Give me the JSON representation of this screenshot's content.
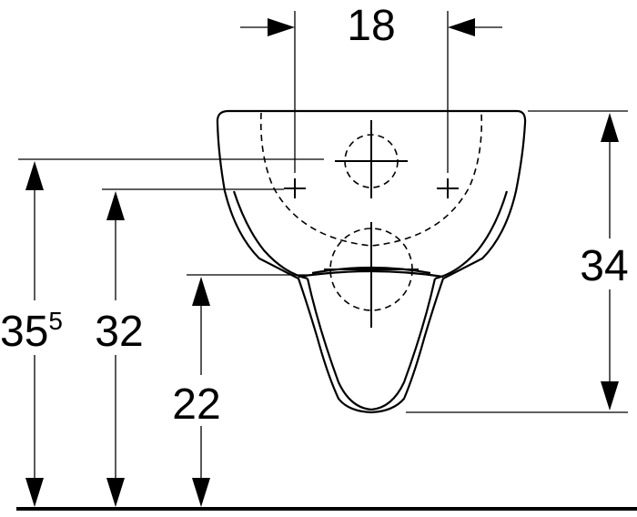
{
  "dimensions": {
    "width_top": "18",
    "height_rim": "34",
    "height_total_base": "35",
    "height_total_sup": "5",
    "height_fixing": "32",
    "height_outlet": "22"
  }
}
